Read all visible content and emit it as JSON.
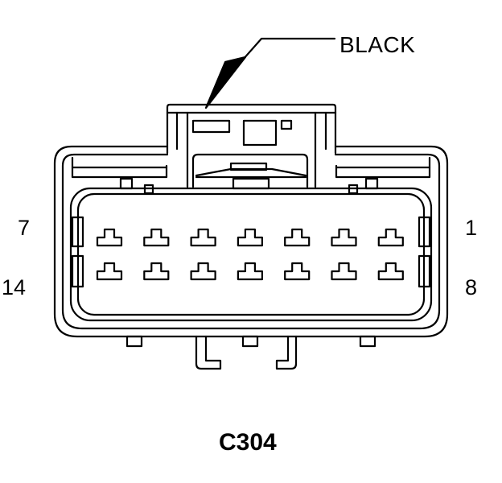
{
  "callout": {
    "label": "BLACK"
  },
  "pin_labels": {
    "top_left": "7",
    "top_right": "1",
    "bottom_left": "14",
    "bottom_right": "8"
  },
  "connector": {
    "id": "C304",
    "color": "BLACK",
    "rows": 2,
    "pins_per_row": 7,
    "pin_count": 14
  },
  "colors": {
    "line": "#000000",
    "background": "#ffffff"
  }
}
